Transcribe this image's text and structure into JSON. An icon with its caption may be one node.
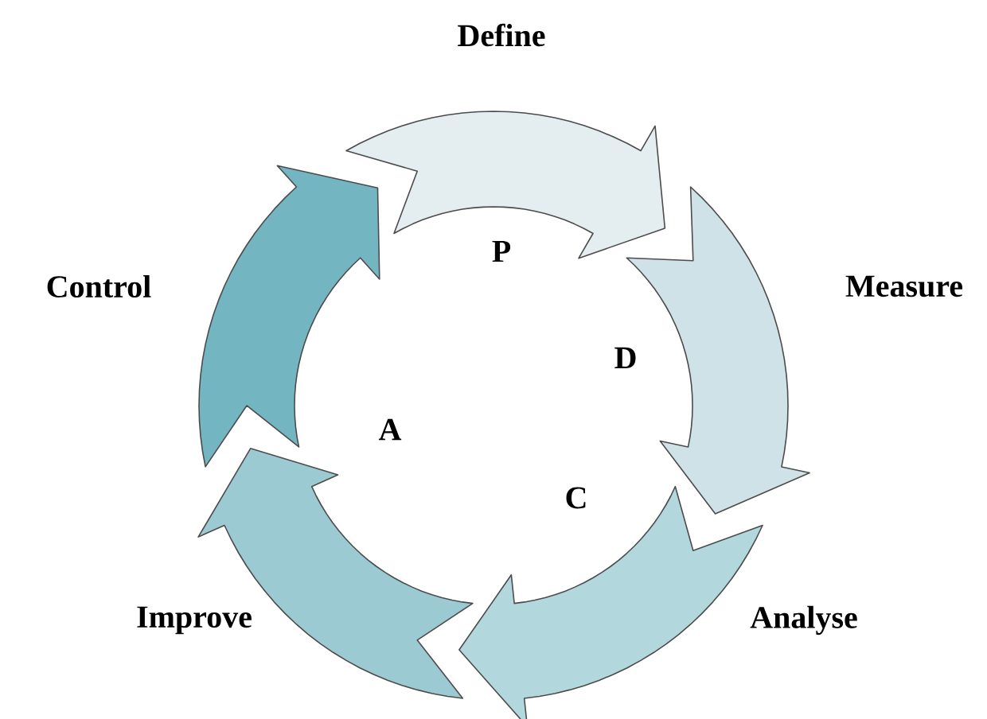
{
  "diagram": {
    "nodes": [
      {
        "text": [
          "Define"
        ]
      },
      {
        "text": [
          "Measure"
        ]
      },
      {
        "text": [
          "Analyse"
        ]
      },
      {
        "text": [
          "Improve"
        ]
      },
      {
        "text": [
          "Control"
        ]
      }
    ],
    "labels": [
      "P",
      "D",
      "C",
      "A"
    ]
  }
}
